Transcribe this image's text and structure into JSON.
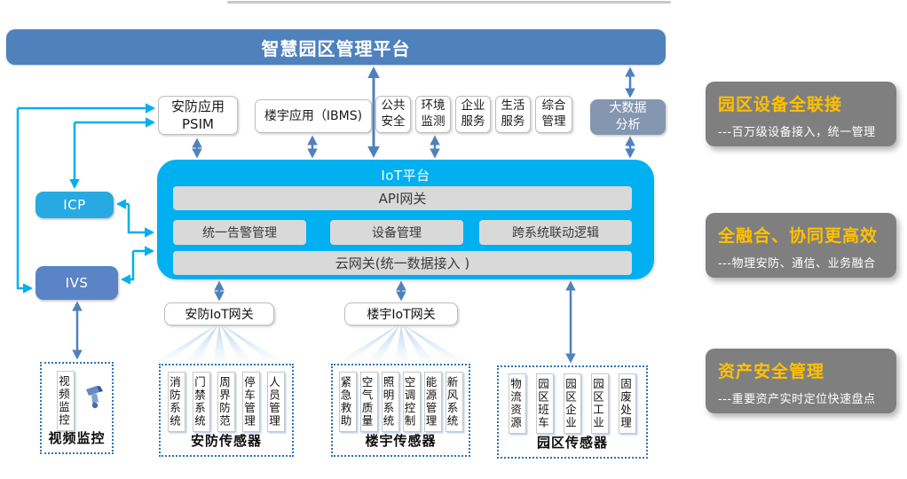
{
  "banner": {
    "title": "智慧园区管理平台"
  },
  "apps": {
    "psim": {
      "line1": "安防应用",
      "line2": "PSIM"
    },
    "ibms": "楼宇应用（IBMS)",
    "small": [
      "公共安全",
      "环境监测",
      "企业服务",
      "生活服务",
      "综合管理"
    ],
    "bigdata": {
      "line1": "大数据",
      "line2": "分析"
    }
  },
  "iot": {
    "title": "IoT平台",
    "api_gateway": "API网关",
    "modules": [
      "统一告警管理",
      "设备管理",
      "跨系统联动逻辑"
    ],
    "cloud_gateway": "云网关(统一数据接入 )"
  },
  "left_nodes": {
    "icp": "ICP",
    "ivs": "IVS"
  },
  "gateways": [
    "安防IoT网关",
    "楼宇IoT网关"
  ],
  "sensor_groups": [
    {
      "label": "视频监控",
      "icon": "surveillance-camera",
      "items": [
        "视频监控"
      ]
    },
    {
      "label": "安防传感器",
      "items": [
        "消防系统",
        "门禁系统",
        "周界防范",
        "停车管理",
        "人员管理"
      ]
    },
    {
      "label": "楼宇传感器",
      "items": [
        "紧急救助",
        "空气质量",
        "照明系统",
        "空调控制",
        "能源管理",
        "新风系统"
      ]
    },
    {
      "label": "园区传感器",
      "items": [
        "物流资源",
        "园区班车",
        "园区企业",
        "园区工业",
        "固废处理"
      ]
    }
  ],
  "benefits": [
    {
      "title": "园区设备全联接",
      "desc": "---百万级设备接入，统一管理"
    },
    {
      "title": "全融合、协同更高效",
      "desc": "---物理安防、通信、业务融合"
    },
    {
      "title": "资产安全管理",
      "desc": "---重要资产实时定位快速盘点"
    }
  ],
  "colors": {
    "platform_blue": "#4F81BD",
    "iot_cyan": "#00B0F0",
    "icp_cyan": "#27AAE1",
    "ivs_blue": "#5B84C6",
    "bigdata_gray_blue": "#8496B0",
    "bar_gray": "#D9D9D9",
    "panel_gray": "#7F7F7F",
    "accent_orange": "#FFC000",
    "arrow_blue": "#4F81BD",
    "connector_cyan": "#00B0F0"
  }
}
